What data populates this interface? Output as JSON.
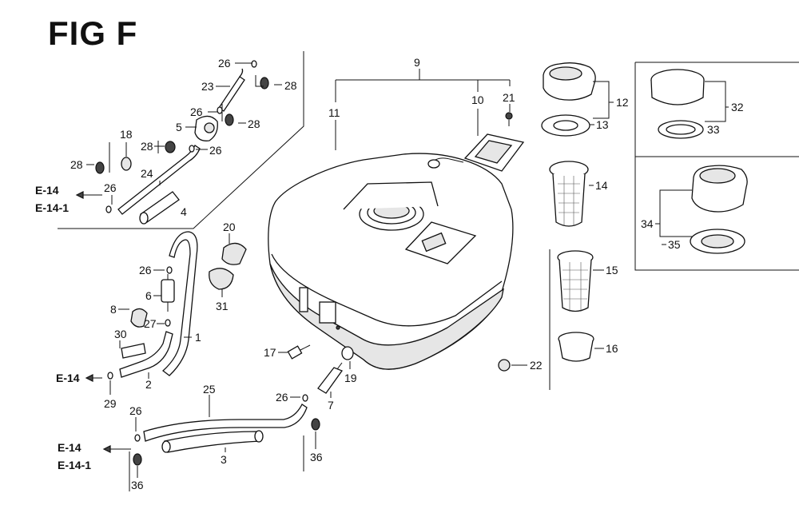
{
  "title": "FIG F",
  "callouts": {
    "c26a": "26",
    "c23": "23",
    "c28a": "28",
    "c26b": "26",
    "c28b": "28",
    "c5": "5",
    "c26c": "26",
    "c18": "18",
    "c28c": "28",
    "c28d": "28",
    "c24": "24",
    "c26d": "26",
    "c4": "4",
    "c20": "20",
    "c26e": "26",
    "c6": "6",
    "c31": "31",
    "c8": "8",
    "c27": "27",
    "c1": "1",
    "c30": "30",
    "c2": "2",
    "c29": "29",
    "c9": "9",
    "c11": "11",
    "c10": "10",
    "c21": "21",
    "c12": "12",
    "c13": "13",
    "c14": "14",
    "c15": "15",
    "c16": "16",
    "c22": "22",
    "c32": "32",
    "c33": "33",
    "c34": "34",
    "c35": "35",
    "c17": "17",
    "c19": "19",
    "c26f": "26",
    "c7": "7",
    "c25": "25",
    "c26g": "26",
    "c3": "3",
    "c36a": "36",
    "c36b": "36"
  },
  "refs": {
    "r1": "E-14",
    "r2": "E-14-1",
    "r3": "E-14",
    "r4": "E-14",
    "r5": "E-14-1"
  }
}
